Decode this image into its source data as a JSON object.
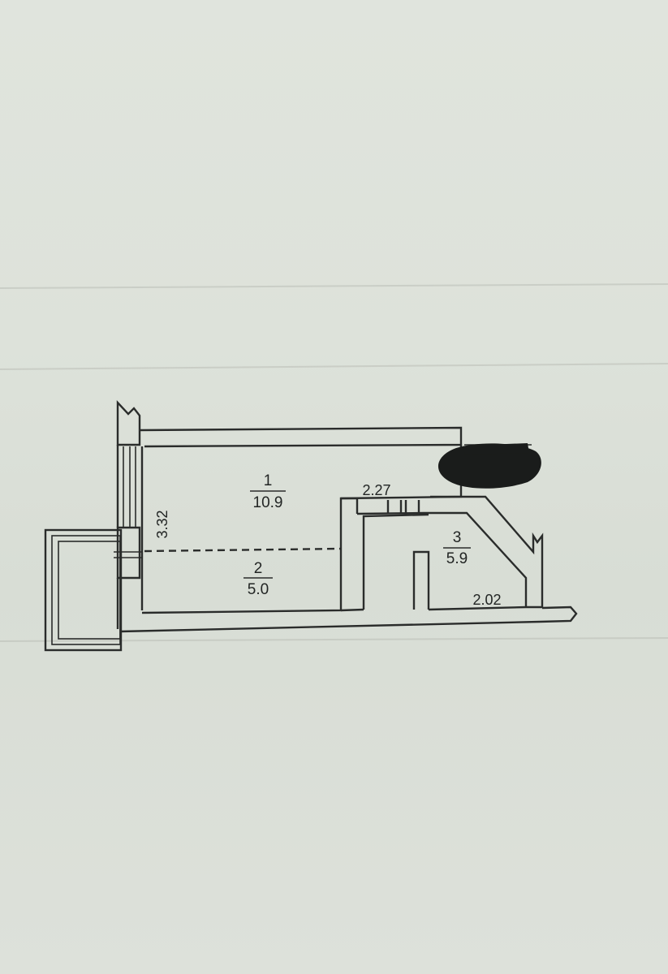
{
  "rooms": [
    {
      "number": "1",
      "area": "10.9"
    },
    {
      "number": "2",
      "area": "5.0"
    },
    {
      "number": "3",
      "area": "5.9"
    }
  ],
  "dimensions": {
    "room_width": "3.32",
    "bath_width": "2.27",
    "hall_length": "2.02"
  },
  "colors": {
    "paper": "#dfe3dc",
    "ink": "#2a2c2b",
    "redaction": "#1a1c1b"
  }
}
